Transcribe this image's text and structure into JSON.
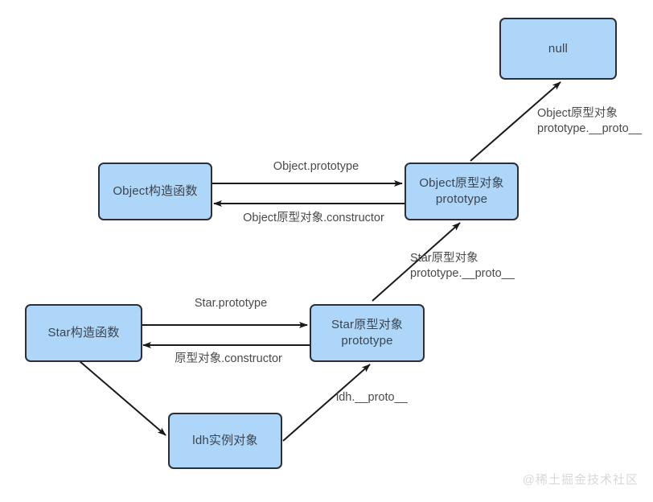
{
  "diagram": {
    "title": "JavaScript prototype chain diagram",
    "palette": {
      "node_fill": "#aed6f8",
      "node_border": "#2b2f3a",
      "node_text": "#3b4451",
      "edge_stroke": "#1a1a1a",
      "label_text": "#4a4a4a",
      "background": "#ffffff",
      "watermark_text": "#d8d8d8"
    },
    "nodes": [
      {
        "id": "null",
        "label": "null"
      },
      {
        "id": "object-ctor",
        "label": "Object构造函数"
      },
      {
        "id": "object-proto",
        "label": "Object原型对象\nprototype"
      },
      {
        "id": "star-ctor",
        "label": "Star构造函数"
      },
      {
        "id": "star-proto",
        "label": "Star原型对象\nprototype"
      },
      {
        "id": "ldh-instance",
        "label": "ldh实例对象"
      }
    ],
    "edges": [
      {
        "id": "object-ctor-to-proto",
        "from": "object-ctor",
        "to": "object-proto",
        "label": "Object.prototype"
      },
      {
        "id": "object-proto-to-ctor",
        "from": "object-proto",
        "to": "object-ctor",
        "label": "Object原型对象.constructor"
      },
      {
        "id": "object-proto-to-null",
        "from": "object-proto",
        "to": "null",
        "label": "Object原型对象\nprototype.__proto__"
      },
      {
        "id": "star-ctor-to-proto",
        "from": "star-ctor",
        "to": "star-proto",
        "label": "Star.prototype"
      },
      {
        "id": "star-proto-to-ctor",
        "from": "star-proto",
        "to": "star-ctor",
        "label": "原型对象.constructor"
      },
      {
        "id": "star-proto-to-object-proto",
        "from": "star-proto",
        "to": "object-proto",
        "label": "Star原型对象\nprototype.__proto__"
      },
      {
        "id": "star-ctor-to-instance",
        "from": "star-ctor",
        "to": "ldh-instance",
        "label": ""
      },
      {
        "id": "instance-to-star-proto",
        "from": "ldh-instance",
        "to": "star-proto",
        "label": "ldh.__proto__"
      }
    ],
    "watermark": "@稀土掘金技术社区"
  }
}
